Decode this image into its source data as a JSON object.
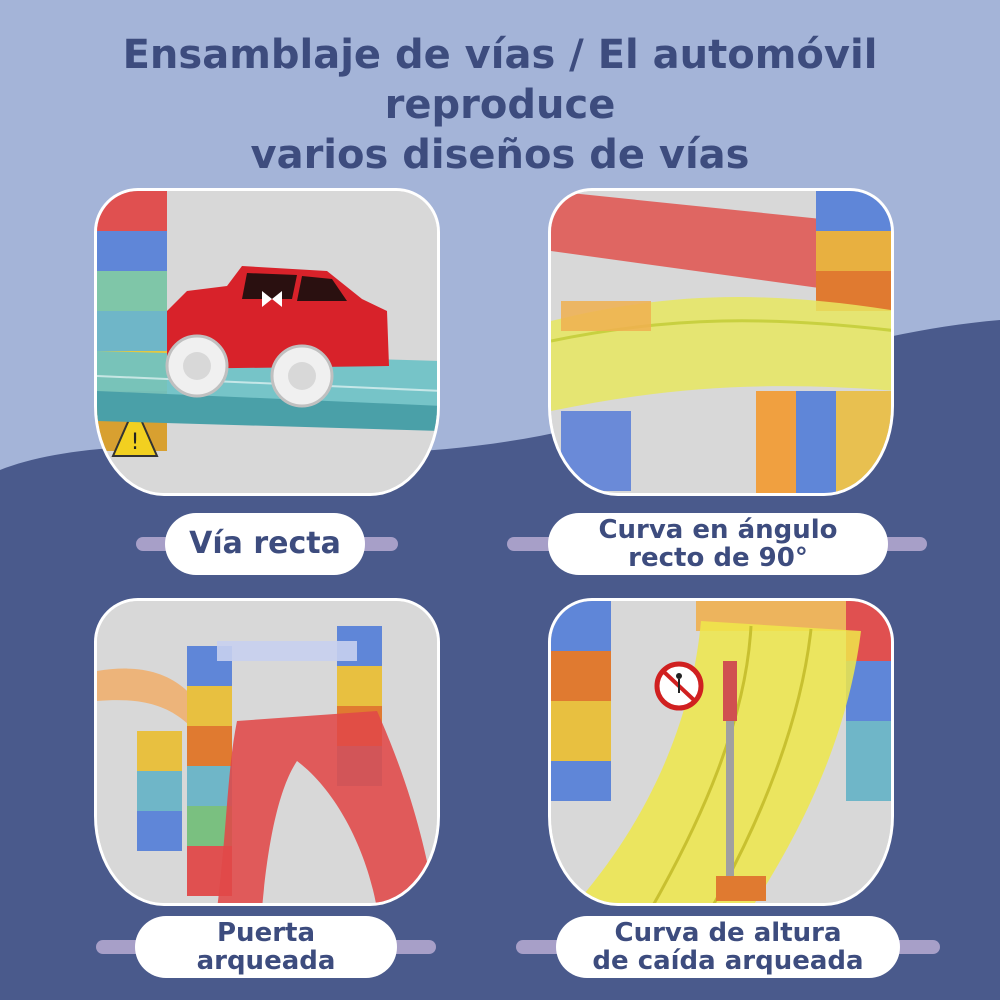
{
  "title": {
    "line1": "Ensamblaje de vías / El automóvil reproduce",
    "line2": "varios diseños de vías"
  },
  "colors": {
    "background_top": "#a4b4d8",
    "background_bottom": "#4a5a8c",
    "title": "#3d4c7e",
    "label_bar": "#a79fc8"
  },
  "panels": [
    {
      "label_lines": [
        "Vía recta"
      ]
    },
    {
      "label_lines": [
        "Curva en ángulo",
        "recto de 90°"
      ]
    },
    {
      "label_lines": [
        "Puerta",
        "arqueada"
      ]
    },
    {
      "label_lines": [
        "Curva de altura",
        "de caída arqueada"
      ]
    }
  ],
  "icons": {
    "car": "red-toy-car",
    "warning_sign": "warning-triangle-sign",
    "no_pedestrian_sign": "no-pedestrian-sign"
  }
}
